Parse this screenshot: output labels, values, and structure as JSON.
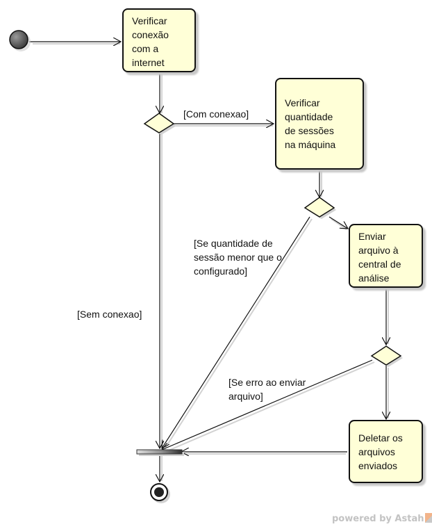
{
  "actions": {
    "verify_connection": [
      "Verificar",
      "conexão",
      "com a",
      "internet"
    ],
    "verify_sessions": [
      "Verificar",
      "quantidade",
      "de sessões",
      "na máquina"
    ],
    "send_file": [
      "Enviar",
      "arquivo à",
      "central de",
      "análise"
    ],
    "delete_files": [
      "Deletar os",
      "arquivos",
      "enviados"
    ]
  },
  "guards": {
    "with_connection": [
      "[Com conexao]"
    ],
    "without_connection": [
      "[Sem conexao]"
    ],
    "sessions_less": [
      "[Se quantidade de",
      "sessão menor que o",
      "configurado]"
    ],
    "send_error": [
      "[Se erro ao enviar",
      "arquivo]"
    ]
  },
  "watermark": {
    "text": "powered by Astah"
  },
  "colors": {
    "action_fill": "#ffffd7",
    "decision_fill": "#ffffd7",
    "stroke": "#111111",
    "shadow": "#c8c8c8",
    "initial_node": "#555555",
    "watermark": "#c3c3c3"
  }
}
